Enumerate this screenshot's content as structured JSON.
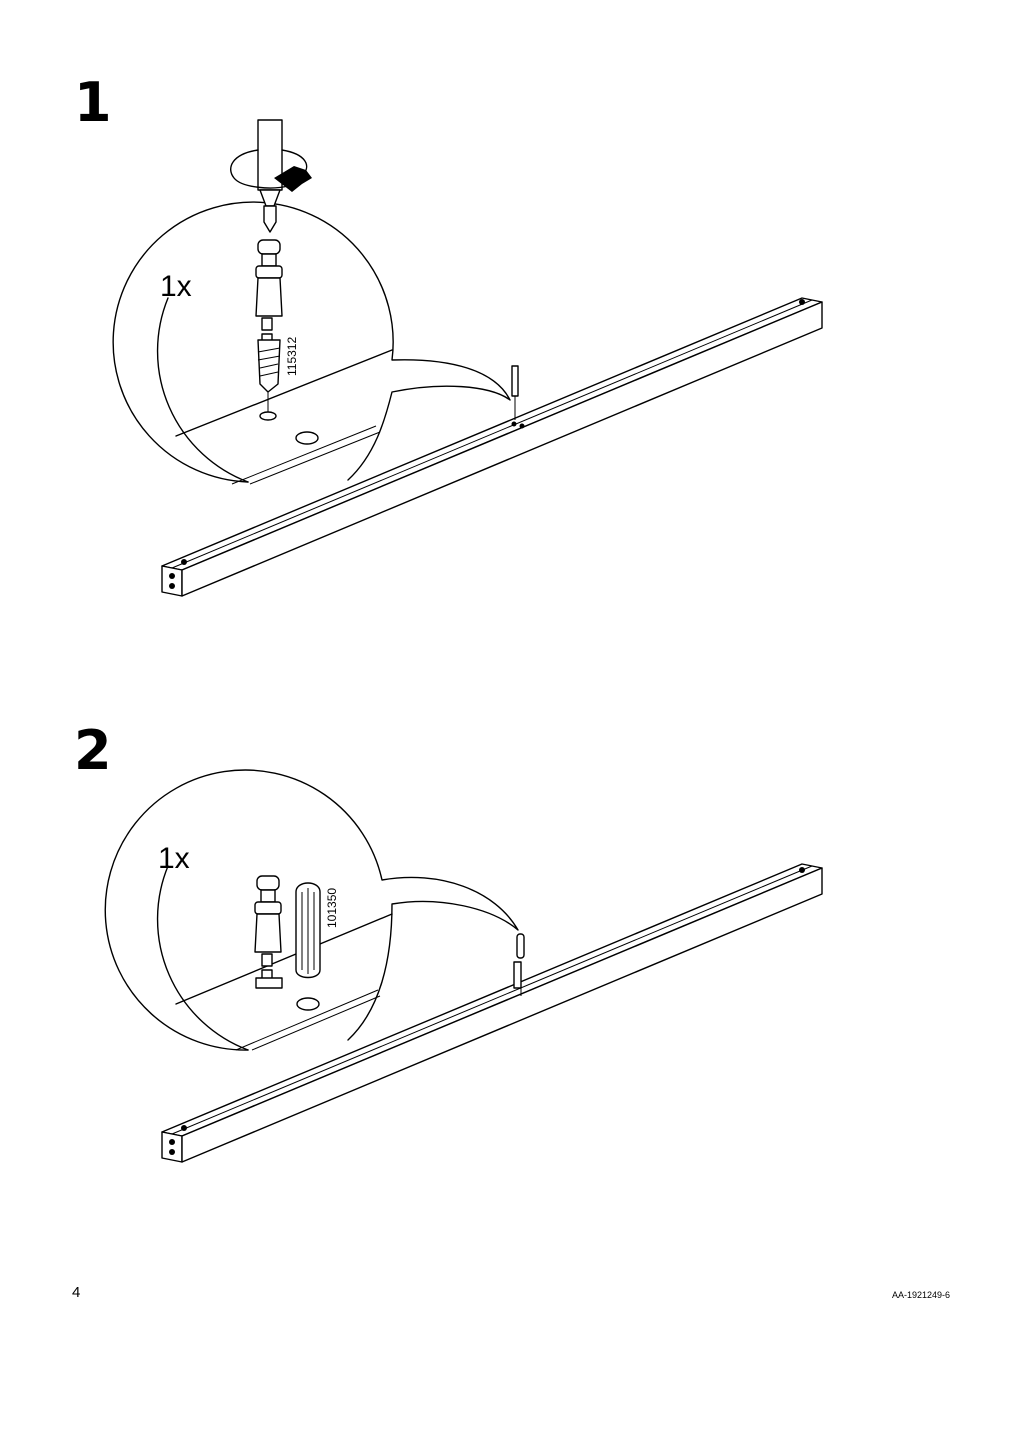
{
  "steps": [
    {
      "number": "1",
      "quantity": "1x",
      "part_number": "115312"
    },
    {
      "number": "2",
      "quantity": "1x",
      "part_number": "101350"
    }
  ],
  "footer": {
    "page": "4",
    "doc_code": "AA-1921249-6"
  },
  "icons": [
    "screwdriver-icon",
    "rotation-arrow-icon",
    "cam-lock-bolt-icon",
    "wooden-dowel-icon"
  ]
}
